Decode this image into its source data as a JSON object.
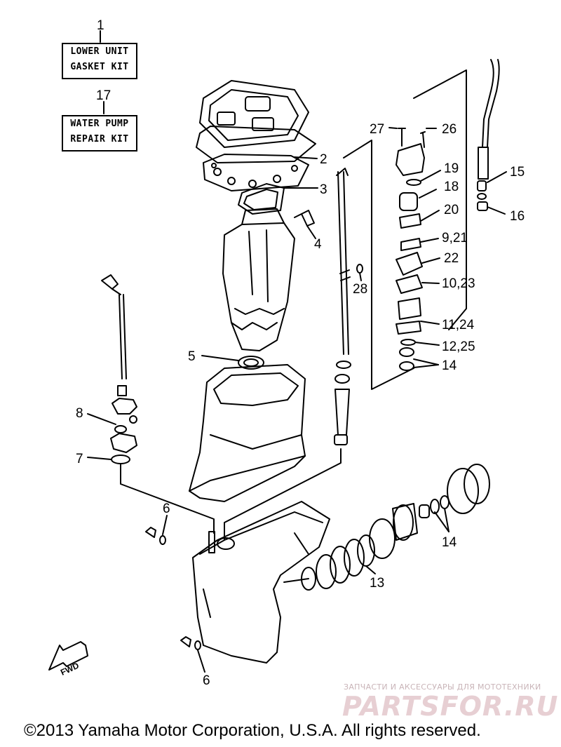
{
  "kits": [
    {
      "number": "1",
      "line1": "LOWER UNIT",
      "line2": "GASKET KIT"
    },
    {
      "number": "17",
      "line1": "WATER PUMP",
      "line2": "REPAIR KIT"
    }
  ],
  "callouts": {
    "c2": "2",
    "c3": "3",
    "c4": "4",
    "c5": "5",
    "c6a": "6",
    "c6b": "6",
    "c7": "7",
    "c8": "8",
    "c9_21": "9,21",
    "c10_23": "10,23",
    "c11_24": "11,24",
    "c12_25": "12,25",
    "c13": "13",
    "c14a": "14",
    "c14b": "14",
    "c15": "15",
    "c16": "16",
    "c18": "18",
    "c19": "19",
    "c20": "20",
    "c22": "22",
    "c26": "26",
    "c27": "27",
    "c28": "28"
  },
  "fwd_label": "FWD",
  "copyright": "©2013 Yamaha Motor Corporation, U.S.A. All rights reserved.",
  "watermark": {
    "tagline": "ЗАПЧАСТИ И АКСЕССУАРЫ ДЛЯ МОТОТЕХНИКИ",
    "brand": "PARTSFOR.RU"
  }
}
